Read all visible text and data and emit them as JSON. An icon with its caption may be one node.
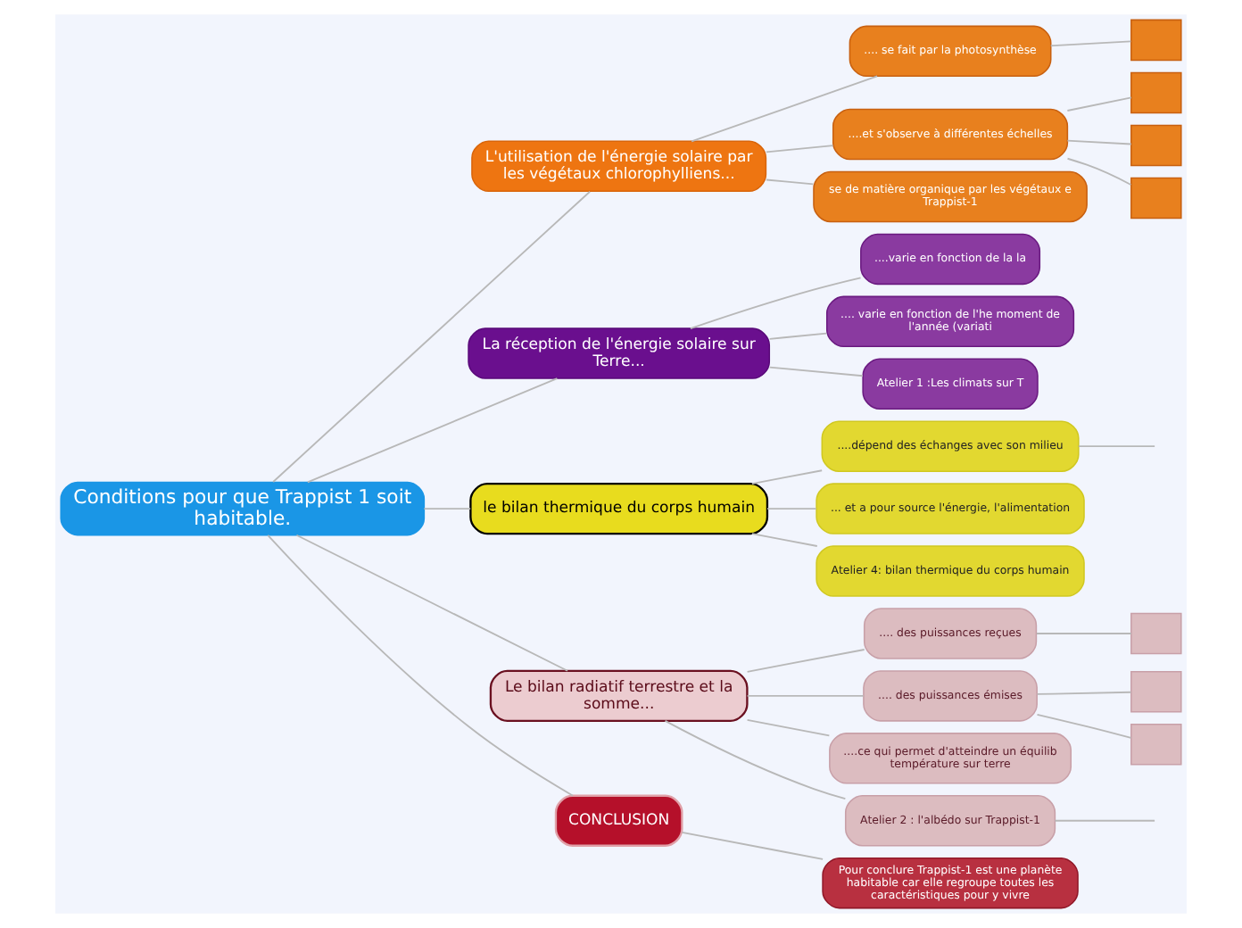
{
  "diagram": {
    "nodes": [
      {
        "text": [
          "Conditions pour que Trappist 1 soit habitable."
        ]
      },
      {
        "text": [
          "L'utilisation de l'énergie solaire par les végétaux chlorophylliens..."
        ]
      },
      {
        "text": [
          ".... se fait par la photosynthèse"
        ]
      },
      {
        "text": [],
        "shape": "box"
      },
      {
        "text": [
          "....et s'observe à différentes échelles"
        ]
      },
      {
        "text": [],
        "shape": "box"
      },
      {
        "text": [],
        "shape": "box"
      },
      {
        "text": [],
        "shape": "box"
      },
      {
        "text": [
          "se de matière organique par les végétaux e Trappist-1"
        ]
      },
      {
        "text": [
          "La réception de l'énergie solaire sur Terre..."
        ]
      },
      {
        "text": [
          "....varie en fonction de la la"
        ]
      },
      {
        "text": [
          ".... varie en fonction de l'he moment de l'année (variati"
        ]
      },
      {
        "text": [
          "Atelier 1 :Les climats sur T"
        ]
      },
      {
        "text": [
          "le bilan thermique du corps humain"
        ]
      },
      {
        "text": [
          "....dépend des échanges avec son milieu"
        ]
      },
      {
        "text": [
          "... et a pour source l'énergie, l'alimentation"
        ]
      },
      {
        "text": [
          "Atelier 4: bilan thermique du corps humain"
        ]
      },
      {
        "text": [
          "Le bilan radiatif terrestre et la somme..."
        ]
      },
      {
        "text": [
          ".... des puissances reçues"
        ]
      },
      {
        "text": [],
        "shape": "box"
      },
      {
        "text": [
          ".... des puissances émises"
        ]
      },
      {
        "text": [],
        "shape": "box"
      },
      {
        "text": [],
        "shape": "box"
      },
      {
        "text": [
          "....ce qui permet d'atteindre un équilib température sur terre"
        ]
      },
      {
        "text": [
          "Atelier 2 : l'albédo sur Trappist-1"
        ]
      },
      {
        "text": [
          "CONCLUSION"
        ]
      },
      {
        "text": [
          "Pour conclure Trappist-1 est une planète habitable car elle regroupe toutes les caractéristiques pour y vivre"
        ]
      }
    ],
    "edges": [
      {
        "from": 0,
        "to": 1,
        "arrow": "none"
      },
      {
        "from": 1,
        "to": 2,
        "arrow": "none"
      },
      {
        "from": 2,
        "to": 3,
        "arrow": "none"
      },
      {
        "from": 1,
        "to": 4,
        "arrow": "none"
      },
      {
        "from": 4,
        "to": 5,
        "arrow": "none"
      },
      {
        "from": 4,
        "to": 6,
        "arrow": "none"
      },
      {
        "from": 4,
        "to": 7,
        "arrow": "none"
      },
      {
        "from": 1,
        "to": 8,
        "arrow": "none"
      },
      {
        "from": 0,
        "to": 9,
        "arrow": "none"
      },
      {
        "from": 9,
        "to": 10,
        "arrow": "none"
      },
      {
        "from": 9,
        "to": 11,
        "arrow": "none"
      },
      {
        "from": 9,
        "to": 12,
        "arrow": "none"
      },
      {
        "from": 0,
        "to": 13,
        "arrow": "none"
      },
      {
        "from": 13,
        "to": 14,
        "arrow": "none"
      },
      {
        "from": 14,
        "to": null,
        "arrow": "none"
      },
      {
        "from": 13,
        "to": 15,
        "arrow": "none"
      },
      {
        "from": 13,
        "to": 16,
        "arrow": "none"
      },
      {
        "from": 0,
        "to": 17,
        "arrow": "none"
      },
      {
        "from": 17,
        "to": 18,
        "arrow": "none"
      },
      {
        "from": 18,
        "to": 19,
        "arrow": "none"
      },
      {
        "from": 17,
        "to": 20,
        "arrow": "none"
      },
      {
        "from": 20,
        "to": 21,
        "arrow": "none"
      },
      {
        "from": 20,
        "to": 22,
        "arrow": "none"
      },
      {
        "from": 17,
        "to": 23,
        "arrow": "none"
      },
      {
        "from": 17,
        "to": 24,
        "arrow": "none"
      },
      {
        "from": 24,
        "to": null,
        "arrow": "none"
      },
      {
        "from": 0,
        "to": 25,
        "arrow": "none"
      },
      {
        "from": 25,
        "to": 26,
        "arrow": "none"
      }
    ]
  }
}
